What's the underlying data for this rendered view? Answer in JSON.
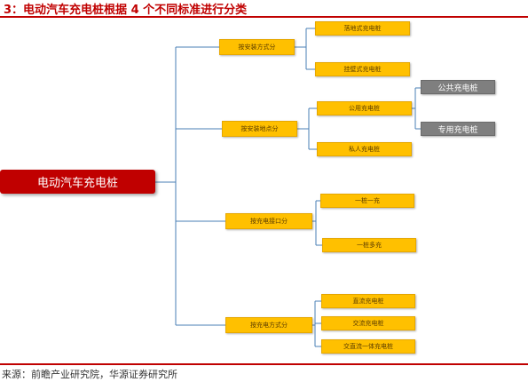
{
  "title": "3：电动汽车充电桩根据 4 个不同标准进行分类",
  "source": "来源：前瞻产业研究院，华源证券研究所",
  "colors": {
    "title": "#c00000",
    "root": "#c00000",
    "category": "#ffc000",
    "leaf_gray": "#7f7f7f",
    "connector": "#4a7fb5"
  },
  "root": {
    "label": "电动汽车充电桩"
  },
  "categories": [
    {
      "label": "按安装方式分",
      "children": [
        {
          "label": "落地式充电桩"
        },
        {
          "label": "挂壁式充电桩"
        }
      ]
    },
    {
      "label": "按安装地点分",
      "children": [
        {
          "label": "公用充电桩",
          "children": [
            {
              "label": "公共充电桩"
            },
            {
              "label": "专用充电桩"
            }
          ]
        },
        {
          "label": "私人充电桩"
        }
      ]
    },
    {
      "label": "按充电接口分",
      "children": [
        {
          "label": "一桩一充"
        },
        {
          "label": "一桩多充"
        }
      ]
    },
    {
      "label": "按充电方式分",
      "children": [
        {
          "label": "直流充电桩"
        },
        {
          "label": "交流充电桩"
        },
        {
          "label": "交直流一体充电桩"
        }
      ]
    }
  ]
}
